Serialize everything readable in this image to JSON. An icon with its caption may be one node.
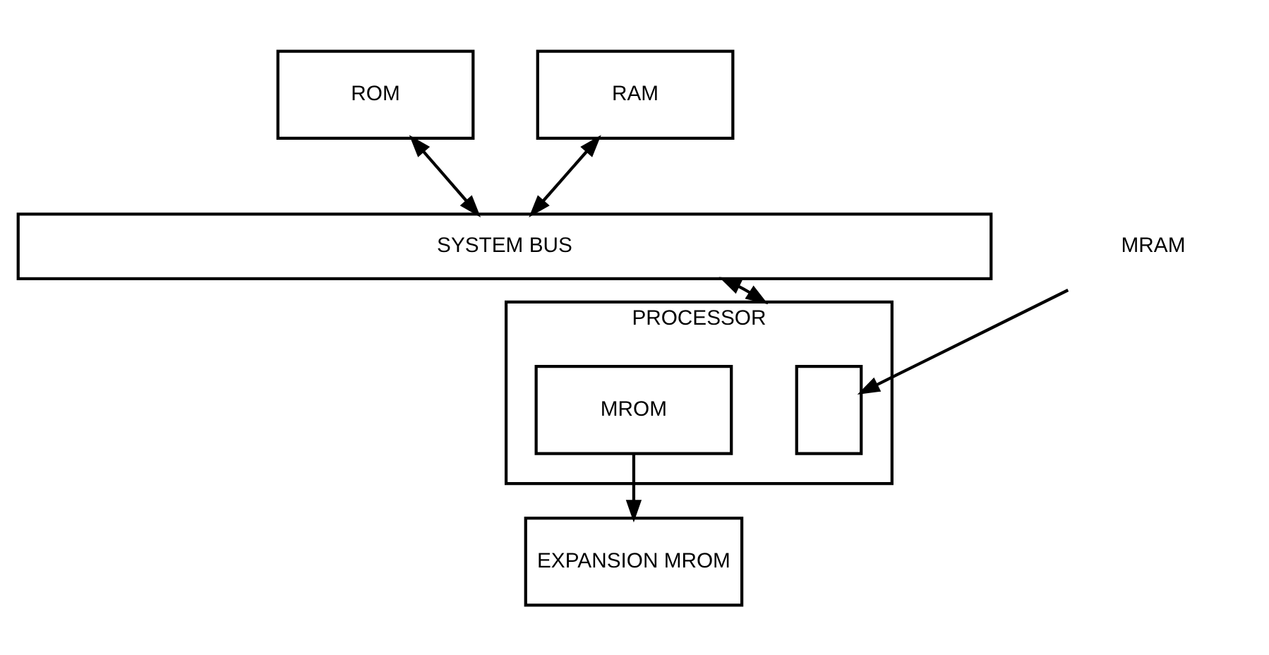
{
  "diagram": {
    "nodes": [
      {
        "text": [
          "ROM"
        ]
      },
      {
        "text": [
          "RAM"
        ]
      },
      {
        "text": [
          "SYSTEM BUS"
        ]
      },
      {
        "text": [
          "PROCESSOR"
        ]
      },
      {
        "text": [],
        "shape": "box",
        "in": 3
      },
      {
        "text": [
          "MROM"
        ],
        "in": 3
      },
      {
        "text": [
          "EXPANSION MROM"
        ]
      },
      {
        "text": [
          "MRAM"
        ]
      }
    ],
    "edges": [
      {
        "from": 0,
        "to": 2,
        "arrow": "both"
      },
      {
        "from": 1,
        "to": 2,
        "arrow": "both"
      },
      {
        "from": 2,
        "to": 3,
        "arrow": "both"
      },
      {
        "from": 7,
        "to": 4,
        "arrow": "to"
      },
      {
        "from": 5,
        "to": 6,
        "arrow": "to"
      }
    ]
  }
}
